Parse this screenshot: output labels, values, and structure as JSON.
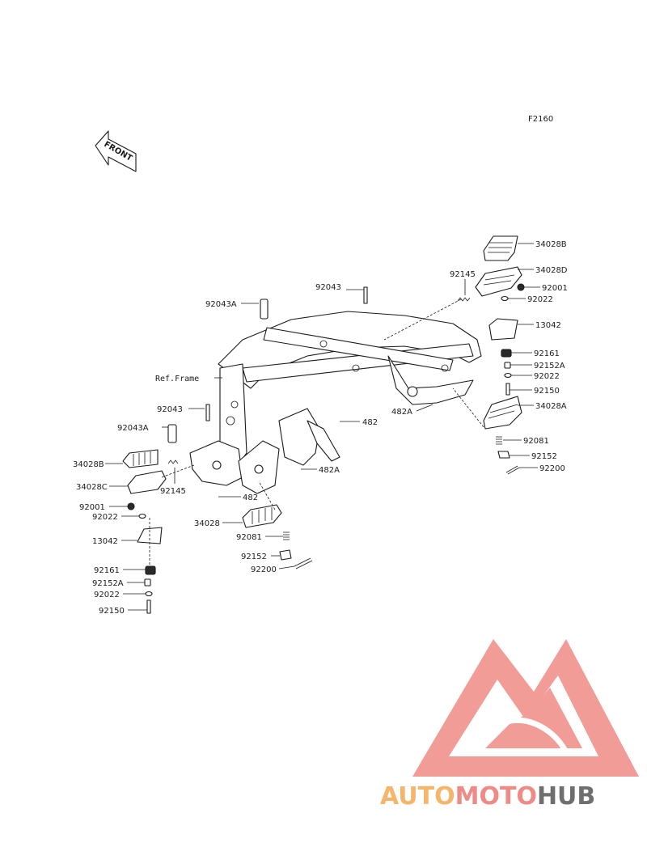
{
  "diagram_code": "F2160",
  "front_label": "FRONT",
  "ref_frame": "Ref.Frame",
  "watermark": {
    "part1": "AUTO",
    "part2": "MOTO",
    "part3": "HUB",
    "color_orange": "#f5b56a",
    "color_pink": "#ef8b86",
    "color_gray": "#6f6f6f"
  },
  "labels": [
    {
      "id": "l-34028b-r",
      "text": "34028B"
    },
    {
      "id": "l-34028d",
      "text": "34028D"
    },
    {
      "id": "l-92145-r",
      "text": "92145"
    },
    {
      "id": "l-92001-r",
      "text": "92001"
    },
    {
      "id": "l-92022-r1",
      "text": "92022"
    },
    {
      "id": "l-92043-top",
      "text": "92043"
    },
    {
      "id": "l-92043a-top",
      "text": "92043A"
    },
    {
      "id": "l-13042-r",
      "text": "13042"
    },
    {
      "id": "l-92161-r",
      "text": "92161"
    },
    {
      "id": "l-92152a-r",
      "text": "92152A"
    },
    {
      "id": "l-92022-r2",
      "text": "92022"
    },
    {
      "id": "l-92150-r",
      "text": "92150"
    },
    {
      "id": "l-34028a",
      "text": "34028A"
    },
    {
      "id": "l-482a-r",
      "text": "482A"
    },
    {
      "id": "l-482-mid",
      "text": "482"
    },
    {
      "id": "l-92043-l",
      "text": "92043"
    },
    {
      "id": "l-92043a-l",
      "text": "92043A"
    },
    {
      "id": "l-92081-r",
      "text": "92081"
    },
    {
      "id": "l-92152-r",
      "text": "92152"
    },
    {
      "id": "l-92200-r",
      "text": "92200"
    },
    {
      "id": "l-34028b-l",
      "text": "34028B"
    },
    {
      "id": "l-482a-mid",
      "text": "482A"
    },
    {
      "id": "l-34028c",
      "text": "34028C"
    },
    {
      "id": "l-92145-l",
      "text": "92145"
    },
    {
      "id": "l-92001-l",
      "text": "92001"
    },
    {
      "id": "l-482-low",
      "text": "482"
    },
    {
      "id": "l-92022-l1",
      "text": "92022"
    },
    {
      "id": "l-34028",
      "text": "34028"
    },
    {
      "id": "l-13042-l",
      "text": "13042"
    },
    {
      "id": "l-92081-l",
      "text": "92081"
    },
    {
      "id": "l-92152-l",
      "text": "92152"
    },
    {
      "id": "l-92200-l",
      "text": "92200"
    },
    {
      "id": "l-92161-l",
      "text": "92161"
    },
    {
      "id": "l-92152a-l",
      "text": "92152A"
    },
    {
      "id": "l-92022-l2",
      "text": "92022"
    },
    {
      "id": "l-92150-l",
      "text": "92150"
    }
  ]
}
